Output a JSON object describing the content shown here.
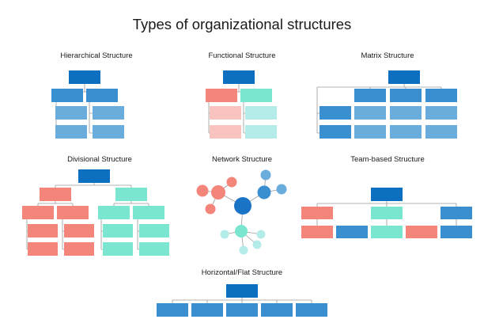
{
  "title": "Types of organizational structures",
  "structures": {
    "hierarchical": "Hierarchical Structure",
    "functional": "Functional Structure",
    "matrix": "Matrix Structure",
    "divisional": "Divisional Structure",
    "network": "Network Structure",
    "team_based": "Team-based Structure",
    "horizontal_flat": "Horizontal/Flat Structure"
  },
  "colors": {
    "top_blue": "#0d6fbf",
    "mid_blue": "#3a8fd0",
    "light_blue": "#6aacdb",
    "salmon": "#f4857b",
    "light_salmon": "#f9c3bf",
    "mint": "#7be6cf",
    "light_mint": "#b3ece9",
    "dark_node": "#1a73c4",
    "node_blue": "#4a98d4",
    "line": "#9a9a9a"
  }
}
